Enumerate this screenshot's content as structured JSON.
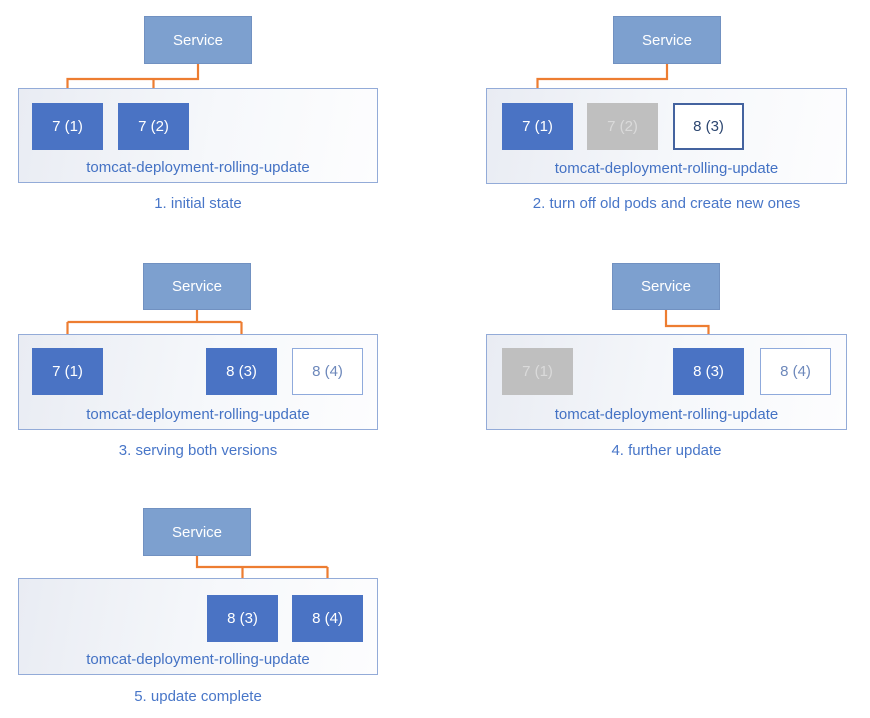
{
  "diagram": {
    "subject": "tomcat rolling update stages",
    "colors": {
      "pod_active_fill": "#4a73c4",
      "pod_stopped_fill": "#bfbfbf",
      "pod_created_border": "#44639f",
      "service_fill": "#7da0cf",
      "deployment_border": "#93abd8",
      "arrow": "#ed7d31",
      "label_text": "#4472c4"
    },
    "panels": [
      {
        "step": "1",
        "caption": "1. initial state",
        "service_label": "Service",
        "deployment_label": "tomcat-deployment-rolling-update",
        "pods": [
          {
            "label": "7 (1)",
            "state": "active",
            "receives_traffic": true
          },
          {
            "label": "7 (2)",
            "state": "active",
            "receives_traffic": true
          }
        ]
      },
      {
        "step": "2",
        "caption": "2. turn off old pods and create new ones",
        "service_label": "Service",
        "deployment_label": "tomcat-deployment-rolling-update",
        "pods": [
          {
            "label": "7 (1)",
            "state": "active",
            "receives_traffic": true
          },
          {
            "label": "7 (2)",
            "state": "stopped",
            "receives_traffic": false
          },
          {
            "label": "8 (3)",
            "state": "created",
            "receives_traffic": false
          }
        ]
      },
      {
        "step": "3",
        "caption": "3. serving both versions",
        "service_label": "Service",
        "deployment_label": "tomcat-deployment-rolling-update",
        "pods": [
          {
            "label": "7 (1)",
            "state": "active",
            "receives_traffic": true
          },
          {
            "label": "8 (3)",
            "state": "active",
            "receives_traffic": true
          },
          {
            "label": "8 (4)",
            "state": "created",
            "receives_traffic": false
          }
        ]
      },
      {
        "step": "4",
        "caption": "4. further update",
        "service_label": "Service",
        "deployment_label": "tomcat-deployment-rolling-update",
        "pods": [
          {
            "label": "7 (1)",
            "state": "stopped",
            "receives_traffic": false
          },
          {
            "label": "8 (3)",
            "state": "active",
            "receives_traffic": true
          },
          {
            "label": "8 (4)",
            "state": "created",
            "receives_traffic": false
          }
        ]
      },
      {
        "step": "5",
        "caption": "5. update complete",
        "service_label": "Service",
        "deployment_label": "tomcat-deployment-rolling-update",
        "pods": [
          {
            "label": "8 (3)",
            "state": "active",
            "receives_traffic": true
          },
          {
            "label": "8 (4)",
            "state": "active",
            "receives_traffic": true
          }
        ]
      }
    ]
  }
}
